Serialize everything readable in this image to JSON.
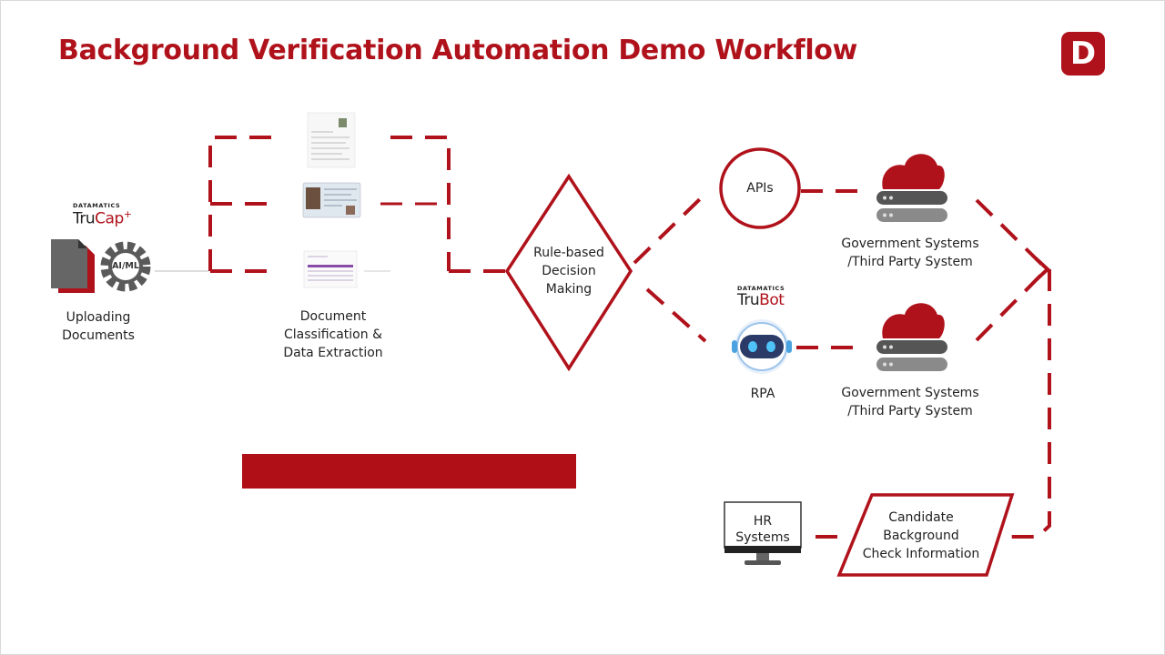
{
  "header": {
    "title": "Background Verification Automation Demo Workflow",
    "logo_letter": "D"
  },
  "brands": {
    "trucap": {
      "vendor": "DATAMATICS",
      "name_prefix": "Tru",
      "name_suffix": "Cap",
      "mark": "+"
    },
    "trubot": {
      "vendor": "DATAMATICS",
      "name_prefix": "Tru",
      "name_suffix": "Bot"
    }
  },
  "nodes": {
    "ai_ml_badge": "AI/ML",
    "uploading": [
      "Uploading",
      "Documents"
    ],
    "classification": [
      "Document",
      "Classification &",
      "Data Extraction"
    ],
    "decision": [
      "Rule-based",
      "Decision",
      "Making"
    ],
    "apis": "APIs",
    "rpa": "RPA",
    "gov_top": [
      "Government Systems",
      "/Third Party System"
    ],
    "gov_bottom": [
      "Government Systems",
      "/Third Party System"
    ],
    "candidate": [
      "Candidate",
      "Background",
      "Check Information"
    ],
    "hr": [
      "HR",
      "Systems"
    ]
  },
  "colors": {
    "accent": "#b0121b",
    "dark_gray": "#555555",
    "light_gray": "#8a8a8a"
  }
}
